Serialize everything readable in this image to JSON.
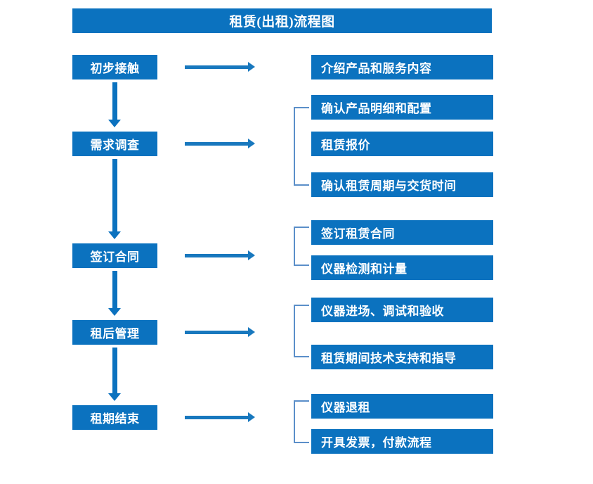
{
  "colors": {
    "brand": "#0b72bf",
    "arrow": "#1878be",
    "bracket": "#5b8fc9",
    "text_on_brand": "#ffffff",
    "background": "#ffffff"
  },
  "header": {
    "title": "租赁(出租)流程图"
  },
  "flow": {
    "stages": [
      {
        "label": "初步接触"
      },
      {
        "label": "需求调查"
      },
      {
        "label": "签订合同"
      },
      {
        "label": "租后管理"
      },
      {
        "label": "租期结束"
      }
    ],
    "details": [
      {
        "label": "介绍产品和服务内容"
      },
      {
        "label": "确认产品明细和配置"
      },
      {
        "label": "租赁报价"
      },
      {
        "label": "确认租赁周期与交货时间"
      },
      {
        "label": "签订租赁合同"
      },
      {
        "label": "仪器检测和计量"
      },
      {
        "label": "仪器进场、调试和验收"
      },
      {
        "label": "租赁期间技术支持和指导"
      },
      {
        "label": "仪器退租"
      },
      {
        "label": "开具发票，付款流程"
      }
    ]
  }
}
